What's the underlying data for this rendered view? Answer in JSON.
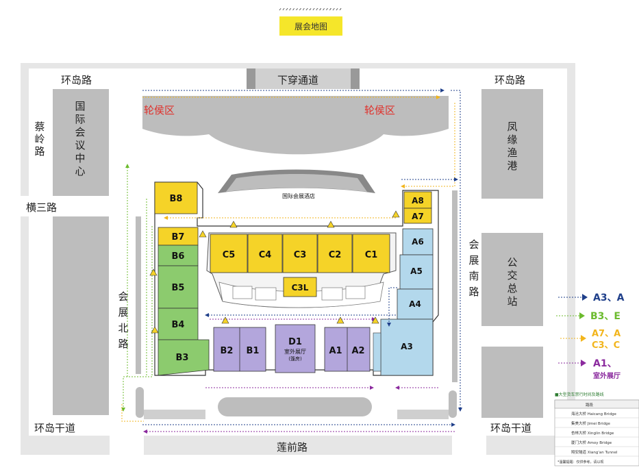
{
  "header": {
    "title": "展会地图"
  },
  "roads": {
    "top_left": "环岛路",
    "top_center": "下穿通道",
    "top_right": "环岛路",
    "left_vertical": "蔡岭路",
    "heng_san": "横三路",
    "bottom_left": "环岛干道",
    "bottom_center": "莲前路",
    "bottom_right": "环岛干道",
    "huizhan_bei": "会展北路",
    "huizhan_nan": "会展南路"
  },
  "buildings": {
    "convention_center": "国际会议中心",
    "fengyuan": "凤缘渔港",
    "bus_station": "公交总站",
    "hotel": "国际会展酒店"
  },
  "zones": {
    "ferry_left": "轮侯区",
    "ferry_right": "轮侯区"
  },
  "halls": {
    "B8": "B8",
    "B7": "B7",
    "B6": "B6",
    "B5": "B5",
    "B4": "B4",
    "B3": "B3",
    "B2": "B2",
    "B1": "B1",
    "C5": "C5",
    "C4": "C4",
    "C3": "C3",
    "C2": "C2",
    "C1": "C1",
    "C3L": "C3L",
    "D1": "D1",
    "D1_sub1": "室外展厅",
    "D1_sub2": "(篷房)",
    "A1": "A1",
    "A2": "A2",
    "A3": "A3",
    "A4": "A4",
    "A5": "A5",
    "A6": "A6",
    "A7": "A7",
    "A8": "A8"
  },
  "legend": [
    {
      "label": "A3、A",
      "color": "#1f3f8a"
    },
    {
      "label": "B3、E",
      "color": "#6cbb2e"
    },
    {
      "label": "A7、A",
      "label2": "C3、C",
      "color": "#f2b51c"
    },
    {
      "label": "A1、",
      "label2": "室外展厅",
      "color": "#8b2a9e"
    }
  ],
  "bridge_table": {
    "caption": "■大型货车禁行时间及路线",
    "header": "路段",
    "rows": [
      "海沧大桥 Haicang Bridge",
      "集美大桥 Jimei Bridge",
      "杏林大桥 Xinglin Bridge",
      "厦门大桥 Amoy Bridge",
      "翔安隧道 Xiang'an Tunnel"
    ],
    "note": "*温馨提醒：仅供参考，请以现"
  },
  "colors": {
    "yellow": "#f5d328",
    "green": "#8ccb6e",
    "blue": "#b3d8ec",
    "purple": "#b3a6dc",
    "road": "#e6e6e6",
    "building": "#bdbdbd",
    "accent_red": "#e0302b",
    "arrow_blue": "#1f3f8a",
    "arrow_green": "#6cbb2e",
    "arrow_yellow": "#f2b51c",
    "arrow_purple": "#8b2a9e"
  },
  "icons": [
    "warning-icon",
    "arrow-icon"
  ]
}
